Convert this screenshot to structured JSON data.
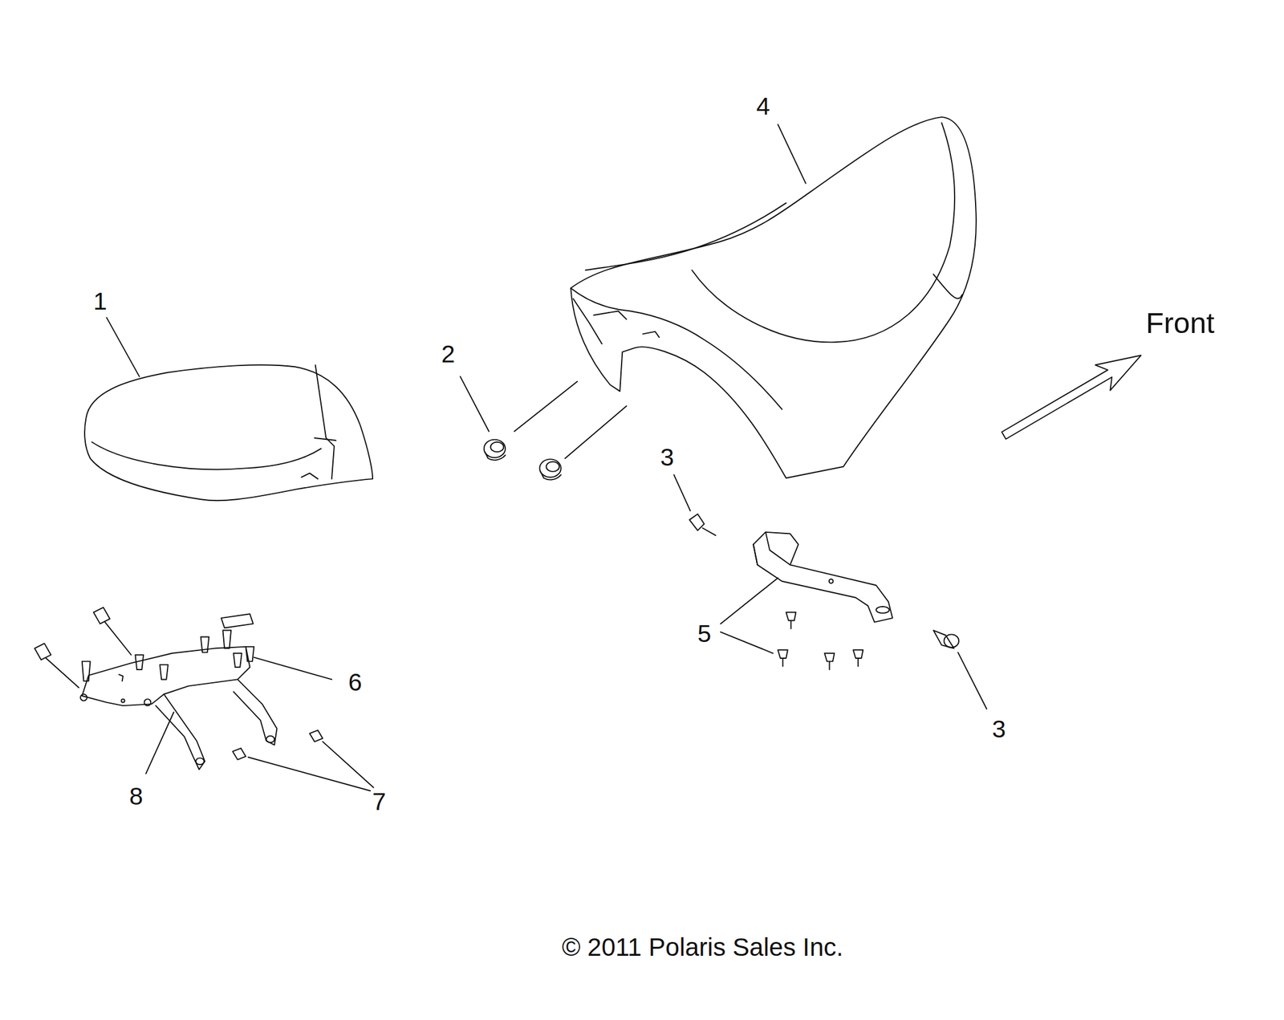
{
  "diagram": {
    "labels": [
      "4",
      "1",
      "2",
      "Front",
      "3",
      "5",
      "3",
      "6",
      "8",
      "7",
      "© 2011 Polaris Sales Inc."
    ]
  }
}
